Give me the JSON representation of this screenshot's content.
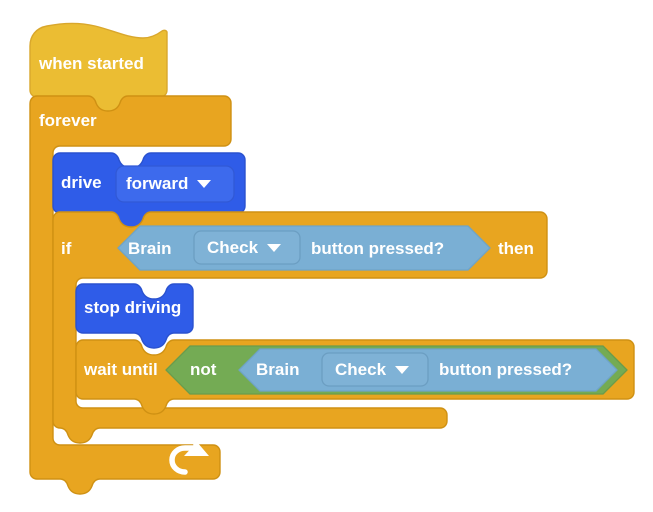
{
  "program": {
    "title": "when started",
    "blocks": [
      {
        "id": "hat",
        "type": "hat",
        "label": "when started",
        "color": "#ebbd33",
        "stroke": "#d9a72c"
      },
      {
        "id": "forever",
        "type": "c-block",
        "label": "forever",
        "color": "#e8a520",
        "stroke": "#cf9113",
        "loop_icon": "loop-arrow-icon"
      },
      {
        "id": "drive",
        "type": "stack",
        "label": "drive",
        "color": "#2f5ce8",
        "stroke": "#2a52cf",
        "dropdown": {
          "value": "forward",
          "fill": "#3d6aed",
          "stroke": "#3159d6",
          "arrow": "chevron-down-icon"
        }
      },
      {
        "id": "if-then",
        "type": "c-block",
        "label_start": "if",
        "label_end": "then",
        "color": "#e8a520",
        "stroke": "#cf9113",
        "condition": {
          "id": "brain-check-1",
          "type": "boolean-hex",
          "fill": "#7aafd4",
          "stroke": "#6fa3c6",
          "prefix": "Brain",
          "dropdown": {
            "value": "Check",
            "fill": "#7fb2d6",
            "stroke": "#6b9ec2",
            "arrow": "chevron-down-icon"
          },
          "suffix": "button pressed?"
        }
      },
      {
        "id": "stop-driving",
        "type": "stack",
        "label": "stop driving",
        "color": "#2f5ce8",
        "stroke": "#2a52cf"
      },
      {
        "id": "wait-until",
        "type": "stack",
        "label": "wait until",
        "color": "#e8a520",
        "stroke": "#cf9113",
        "condition": {
          "id": "not-block",
          "type": "boolean-hex",
          "label": "not",
          "fill": "#74ab54",
          "stroke": "#699c4c",
          "inner": {
            "id": "brain-check-2",
            "type": "boolean-hex",
            "fill": "#7aafd4",
            "stroke": "#6fa3c6",
            "prefix": "Brain",
            "dropdown": {
              "value": "Check",
              "fill": "#7fb2d6",
              "stroke": "#6b9ec2",
              "arrow": "chevron-down-icon"
            },
            "suffix": "button pressed?"
          }
        }
      }
    ],
    "palette": {
      "hat_yellow": "#ebbd33",
      "control_orange": "#e8a520",
      "drivetrain_blue": "#2f5ce8",
      "sensing_blue": "#7aafd4",
      "operator_green": "#74ab54",
      "text_white": "#ffffff",
      "canvas": "#ffffff"
    }
  }
}
